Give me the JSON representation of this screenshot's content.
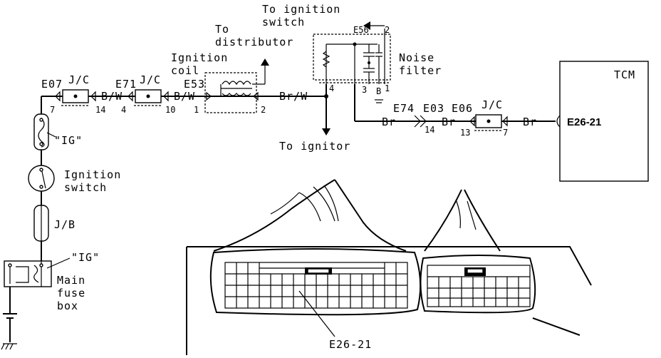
{
  "labels": {
    "to_ignition_switch_1": "To ignition",
    "to_ignition_switch_2": "switch",
    "to_distributor_1": "To",
    "to_distributor_2": "distributor",
    "ignition_coil_1": "Ignition",
    "ignition_coil_2": "coil",
    "noise_filter_1": "Noise",
    "noise_filter_2": "filter",
    "tcm": "TCM",
    "to_ignitor": "To ignitor",
    "ig_1": "\"IG\"",
    "ig_2": "\"IG\"",
    "ignition_switch_1": "Ignition",
    "ignition_switch_2": "switch",
    "jb": "J/B",
    "main_fuse_1": "Main",
    "main_fuse_2": "fuse",
    "main_fuse_3": "box",
    "e26_21_tcm": "E26-21",
    "e26_21_connector": "E26-21"
  },
  "connectors": {
    "e07": "E07",
    "e71": "E71",
    "e53": "E53",
    "e56": "E56",
    "e74": "E74",
    "e03": "E03",
    "e06": "E06",
    "jc1": "J/C",
    "jc2": "J/C",
    "jc3": "J/C"
  },
  "pins": {
    "p7a": "7",
    "p14a": "14",
    "p4a": "4",
    "p10": "10",
    "p1a": "1",
    "p2a": "2",
    "p2b": "2",
    "p1b": "1",
    "p3": "3",
    "p4b": "4",
    "pB": "B",
    "p14b": "14",
    "p13": "13",
    "p7b": "7"
  },
  "wires": {
    "bw1": "B/W",
    "bw2": "B/W",
    "brw": "Br/W",
    "br1": "Br",
    "br2": "Br",
    "br3": "Br"
  },
  "colors": {
    "line": "#000000",
    "background": "#ffffff"
  },
  "icons": [
    "arrow-up-icon",
    "arrow-left-icon",
    "arrow-down-icon",
    "ground-icon",
    "coil-icon",
    "capacitor-icon",
    "fuse-icon",
    "switch-icon"
  ]
}
